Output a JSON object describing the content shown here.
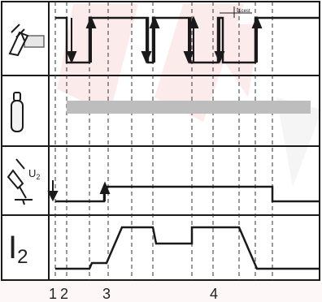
{
  "colors": {
    "line": "#1a1a1a",
    "dashed": "#333333",
    "gas_band": "#bdbdbd",
    "watermark": "#e23a3a",
    "background": "#ffffff"
  },
  "rows": [
    {
      "id": "torch-trigger",
      "icon": "welding-torch-icon"
    },
    {
      "id": "gas-flow",
      "icon": "gas-cylinder-icon"
    },
    {
      "id": "open-circuit-voltage",
      "icon": "wire-electrode-icon",
      "label": "U",
      "label_sub": "2"
    },
    {
      "id": "welding-current",
      "icon": null,
      "label": "I",
      "label_sub": "2"
    }
  ],
  "annotations": {
    "time_tag": "t",
    "time_tag_sub": "1cest"
  },
  "phase_labels": [
    "1",
    "2",
    "3",
    "4"
  ]
}
